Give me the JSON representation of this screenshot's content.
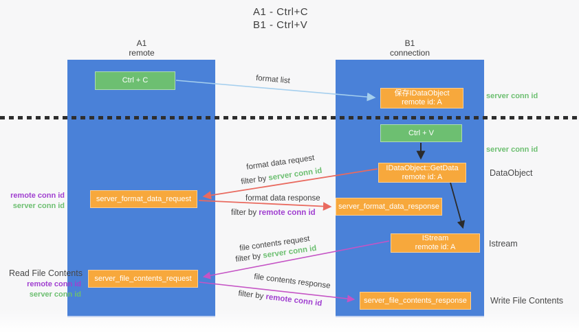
{
  "title": {
    "line1": "A1 - Ctrl+C",
    "line2": "B1 - Ctrl+V"
  },
  "lifelines": {
    "a1": {
      "name": "A1",
      "role": "remote"
    },
    "b1": {
      "name": "B1",
      "role": "connection"
    }
  },
  "nodes": {
    "ctrl_c": {
      "label": "Ctrl + C"
    },
    "ctrl_v": {
      "label": "Ctrl + V"
    },
    "save_dataobject": {
      "line1": "保存IDataObject",
      "line2": "remote id: A"
    },
    "getdata": {
      "line1": "IDataObject::GetData",
      "line2": "remote id: A"
    },
    "istream": {
      "line1": "IStream",
      "line2": "remote id: A"
    },
    "server_format_data_request": {
      "label": "server_format_data_request"
    },
    "server_format_data_response": {
      "label": "server_format_data_response"
    },
    "server_file_contents_request": {
      "label": "server_file_contents_request"
    },
    "server_file_contents_response": {
      "label": "server_file_contents_response"
    }
  },
  "arrow_labels": {
    "format_list": "format list",
    "format_data_request": "format data request",
    "format_data_response": "format data response",
    "file_contents_request": "file contents request",
    "file_contents_response": "file contents response",
    "filter_by": "filter by",
    "server_conn_id": "server conn id",
    "remote_conn_id": "remote conn id"
  },
  "side_labels": {
    "right_top_server_conn_id": "server conn id",
    "right_mid_server_conn_id": "server conn id",
    "dataobject": "DataObject",
    "istream": "Istream",
    "write_file_contents": "Write File Contents",
    "read_file_contents": "Read File Contents",
    "left_mid": {
      "remote_conn_id": "remote conn id",
      "server_conn_id": "server conn id"
    },
    "left_bottom": {
      "remote_conn_id": "remote conn id",
      "server_conn_id": "server conn id"
    }
  },
  "colors": {
    "lifeline_blue": "#4a81d8",
    "node_green": "#6dbf71",
    "node_orange": "#f7a83c",
    "arrow_red": "#e96a5f",
    "arrow_magenta": "#c554c5",
    "arrow_lightblue": "#a5cfee",
    "arrow_black": "#2b2b2b",
    "text_green": "#6dbf71",
    "text_purple": "#a03fd0",
    "text_dark": "#3f3f3f"
  }
}
